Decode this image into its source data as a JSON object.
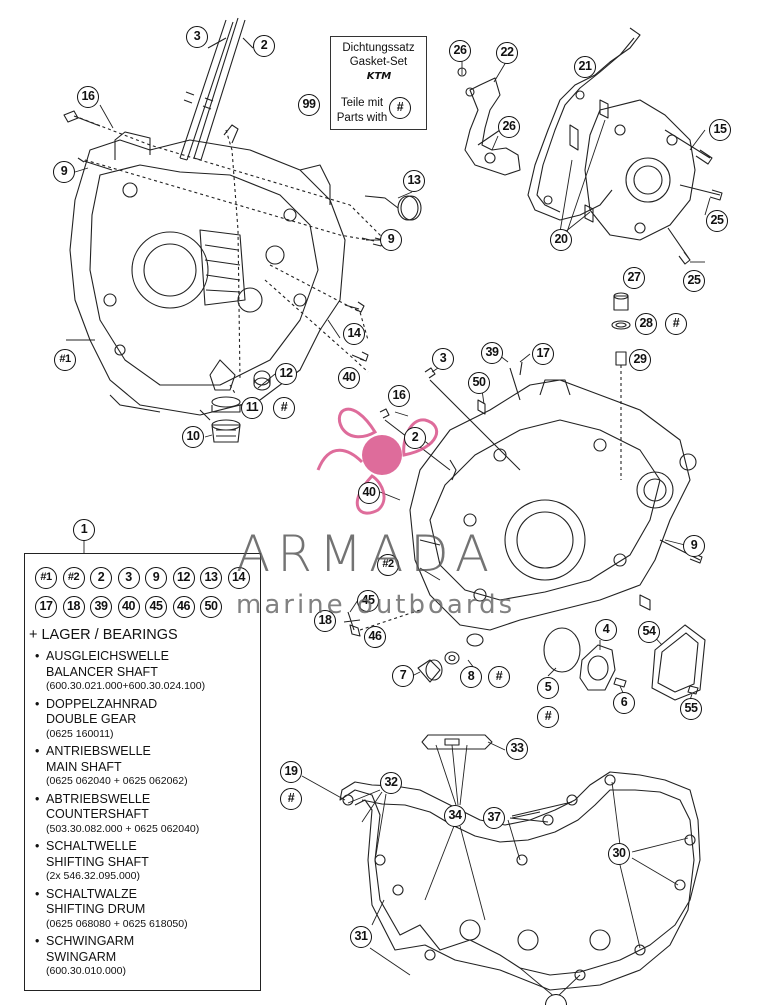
{
  "gasket_set": {
    "line1": "Dichtungssatz",
    "line2": "Gasket-Set",
    "logo": "KTM",
    "line3": "Teile mit",
    "line4": "Parts with",
    "symbol": "#"
  },
  "callouts": {
    "c99": "99",
    "c3a": "3",
    "c2a": "2",
    "c16a": "16",
    "c9a": "9",
    "c13": "13",
    "c9b": "9",
    "c14": "14",
    "c40a": "40",
    "c12": "12",
    "c11": "11",
    "c11h": "#",
    "c10": "10",
    "c1a": "#1",
    "c26a": "26",
    "c22": "22",
    "c21": "21",
    "c26b": "26",
    "c15": "15",
    "c25a": "25",
    "c20": "20",
    "c25b": "25",
    "c27": "27",
    "c28": "28",
    "c28h": "#",
    "c29": "29",
    "c3b": "3",
    "c39": "39",
    "c17": "17",
    "c50": "50",
    "c16b": "16",
    "c2b": "2",
    "c40b": "40",
    "c9c": "9",
    "c2c": "#2",
    "c45": "45",
    "c18": "18",
    "c46": "46",
    "c4": "4",
    "c54": "54",
    "c7": "7",
    "c8": "8",
    "c8h": "#",
    "c5": "5",
    "c5h": "#",
    "c6": "6",
    "c55": "55",
    "c33": "33",
    "c19": "19",
    "c19h": "#",
    "c32": "32",
    "c34": "34",
    "c37": "37",
    "c30": "30",
    "c31": "31",
    "c1": "1"
  },
  "legend": {
    "row1": [
      "#1",
      "#2",
      "2",
      "3",
      "9",
      "12",
      "13",
      "14"
    ],
    "row2": [
      "17",
      "18",
      "39",
      "40",
      "45",
      "46",
      "50"
    ],
    "heading": "+ LAGER / BEARINGS",
    "items": [
      {
        "de": "AUSGLEICHSWELLE",
        "en": "BALANCER SHAFT",
        "pn": "(600.30.021.000+600.30.024.100)"
      },
      {
        "de": "DOPPELZAHNRAD",
        "en": "DOUBLE GEAR",
        "pn": "(0625 160011)"
      },
      {
        "de": "ANTRIEBSWELLE",
        "en": "MAIN SHAFT",
        "pn": "(0625 062040 + 0625 062062)"
      },
      {
        "de": "ABTRIEBSWELLE",
        "en": "COUNTERSHAFT",
        "pn": "(503.30.082.000 + 0625 062040)"
      },
      {
        "de": "SCHALTWELLE",
        "en": "SHIFTING SHAFT",
        "pn": "(2x 546.32.095.000)"
      },
      {
        "de": "SCHALTWALZE",
        "en": "SHIFTING DRUM",
        "pn": "(0625 068080 + 0625 618050)"
      },
      {
        "de": "SCHWINGARM",
        "en": "SWINGARM",
        "pn": "(600.30.010.000)"
      }
    ],
    "bullet": "•"
  },
  "watermark": {
    "title": "ARMADA",
    "subtitle": "marine outboards"
  },
  "colors": {
    "line": "#222222",
    "watermark_pink": "#d9538a",
    "watermark_gray": "#666666"
  }
}
